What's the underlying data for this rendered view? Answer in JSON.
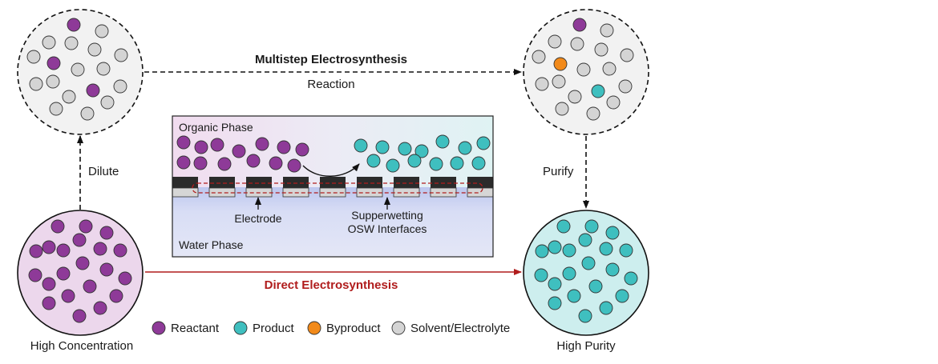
{
  "colors": {
    "reactant": "#8e3a98",
    "product": "#3fbfbf",
    "byproduct": "#f28a1a",
    "solvent": "#d4d4d4",
    "direct_arrow": "#b01c1c",
    "pool_light": "#f2f2f2",
    "pool_concentration": "#ecd7ec",
    "pool_purity": "#cdeeee"
  },
  "labels": {
    "multistep_title": "Multistep Electrosynthesis",
    "reaction": "Reaction",
    "dilute": "Dilute",
    "purify": "Purify",
    "direct_title": "Direct Electrosynthesis",
    "high_concentration": "High Concentration",
    "high_purity": "High Purity"
  },
  "inset": {
    "organic_phase": "Organic Phase",
    "water_phase": "Water Phase",
    "electrode": "Electrode",
    "interface_line1": "Supperwetting",
    "interface_line2": "OSW Interfaces"
  },
  "legend": [
    {
      "key": "reactant",
      "label": "Reactant"
    },
    {
      "key": "product",
      "label": "Product"
    },
    {
      "key": "byproduct",
      "label": "Byproduct"
    },
    {
      "key": "solvent",
      "label": "Solvent/Electrolyte"
    }
  ],
  "pools": {
    "dilute_reactant": {
      "composition": [
        "reactant",
        "reactant",
        "reactant",
        "solvent",
        "solvent",
        "solvent",
        "solvent",
        "solvent",
        "solvent",
        "solvent",
        "solvent",
        "solvent",
        "solvent",
        "solvent",
        "solvent",
        "solvent",
        "solvent",
        "solvent"
      ]
    },
    "reacted_mixture": {
      "composition": [
        "reactant",
        "byproduct",
        "product",
        "solvent",
        "solvent",
        "solvent",
        "solvent",
        "solvent",
        "solvent",
        "solvent",
        "solvent",
        "solvent",
        "solvent",
        "solvent",
        "solvent",
        "solvent",
        "solvent",
        "solvent"
      ]
    },
    "high_concentration": {
      "composition": "reactant",
      "count": 21
    },
    "high_purity": {
      "composition": "product",
      "count": 21
    }
  }
}
